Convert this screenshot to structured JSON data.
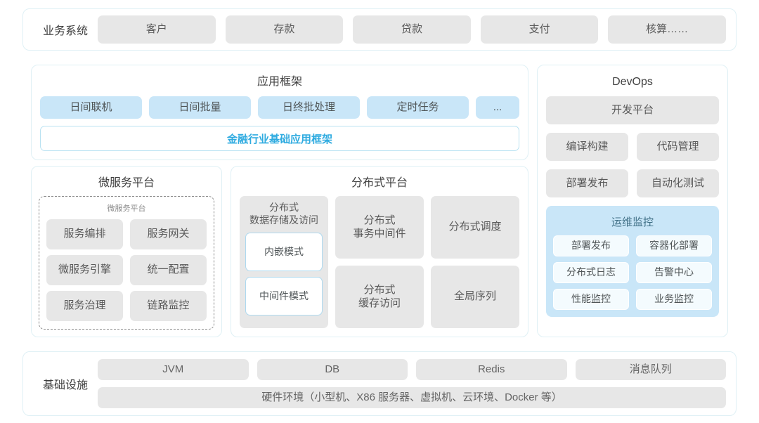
{
  "business_system": {
    "label": "业务系统",
    "items": [
      "客户",
      "存款",
      "贷款",
      "支付",
      "核算……"
    ]
  },
  "app_framework": {
    "title": "应用框架",
    "tiles": [
      "日间联机",
      "日间批量",
      "日终批处理",
      "定时任务"
    ],
    "more": "...",
    "highlight_bar": "金融行业基础应用框架"
  },
  "microservice_platform": {
    "title": "微服务平台",
    "inner_label": "微服务平台",
    "items": [
      "服务编排",
      "服务网关",
      "微服务引擎",
      "统一配置",
      "服务治理",
      "链路监控"
    ]
  },
  "distributed_platform": {
    "title": "分布式平台",
    "left_column": {
      "head": "分布式\n数据存储及访问",
      "head_line1": "分布式",
      "head_line2": "数据存储及访问",
      "modes": [
        "内嵌模式",
        "中间件模式"
      ]
    },
    "right_items": [
      {
        "line1": "分布式",
        "line2": "事务中间件"
      },
      {
        "line1": "分布式调度",
        "line2": ""
      },
      {
        "line1": "分布式",
        "line2": "缓存访问"
      },
      {
        "line1": "全局序列",
        "line2": ""
      }
    ]
  },
  "devops": {
    "title": "DevOps",
    "platform": "开发平台",
    "items": [
      "编译构建",
      "代码管理",
      "部署发布",
      "自动化测试"
    ],
    "ops_monitor": {
      "title": "运维监控",
      "items": [
        "部署发布",
        "容器化部署",
        "分布式日志",
        "告警中心",
        "性能监控",
        "业务监控"
      ]
    }
  },
  "infrastructure": {
    "label": "基础设施",
    "items": [
      "JVM",
      "DB",
      "Redis",
      "消息队列"
    ],
    "hardware": "硬件环境（小型机、X86 服务器、虚拟机、云环境、Docker 等）"
  },
  "colors": {
    "accent": "#2fabe0",
    "tile_gray": "#e7e7e7",
    "tile_blue": "#c9e6f8",
    "panel_border": "#dff0f5"
  }
}
